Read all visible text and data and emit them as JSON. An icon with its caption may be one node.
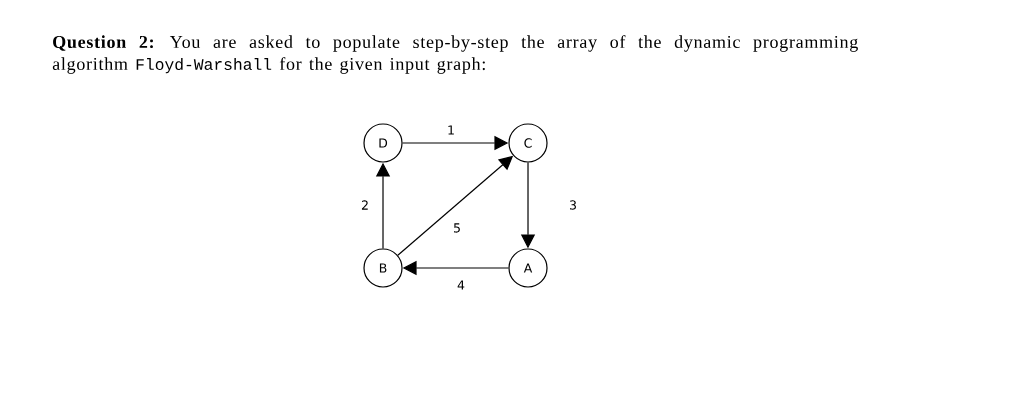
{
  "diagram": {
    "nodes": [
      {
        "text": [
          "D"
        ]
      },
      {
        "text": [
          "C"
        ]
      },
      {
        "text": [
          "B"
        ]
      },
      {
        "text": [
          "A"
        ]
      }
    ],
    "edges": [
      {
        "from": 0,
        "to": 1,
        "arrow": "to",
        "label": "1"
      },
      {
        "from": 2,
        "to": 0,
        "arrow": "to",
        "label": "2"
      },
      {
        "from": 1,
        "to": 3,
        "arrow": "to",
        "label": "3"
      },
      {
        "from": 2,
        "to": 1,
        "arrow": "to",
        "label": "5"
      },
      {
        "from": 3,
        "to": 2,
        "arrow": "to",
        "label": "4"
      }
    ],
    "labels": [
      "**Question 2:** You are asked to populate step-by-step the array of the dynamic programming algorithm",
      "Floyd-Warshall",
      "for the given input graph:"
    ]
  }
}
